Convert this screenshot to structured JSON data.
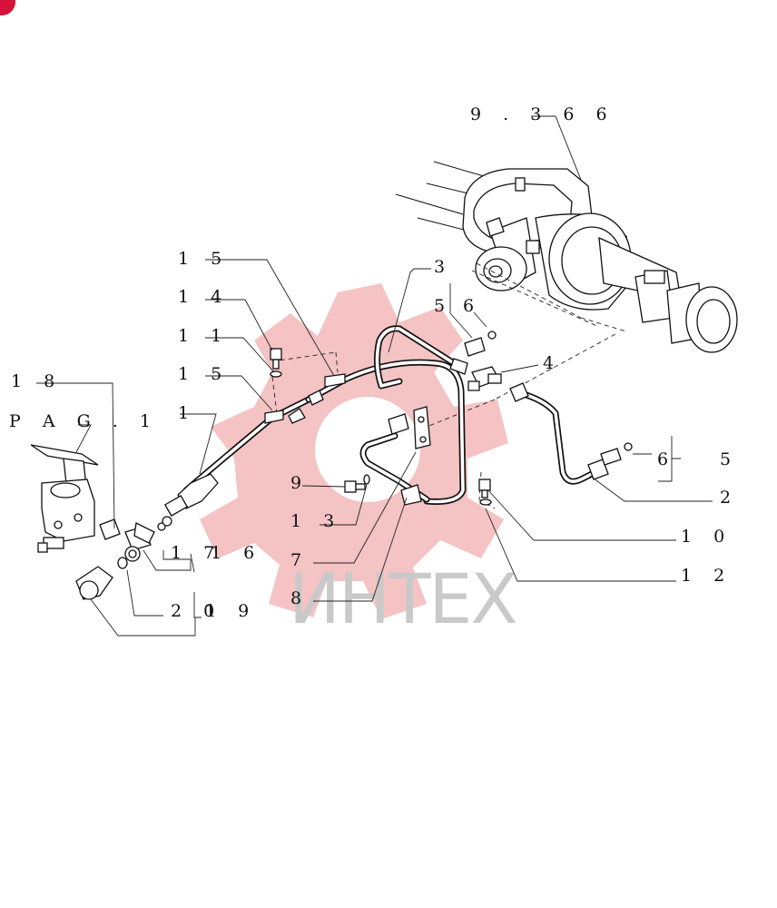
{
  "diagram": {
    "labels": {
      "ref_9366": "9 . 3 6 6",
      "l3": "3",
      "l5a": "5",
      "l6a": "6",
      "l4": "4",
      "l15a": "1 5",
      "l14": "1 4",
      "l11": "1 1",
      "l15b": "1 5",
      "l18": "1 8",
      "pag": "P A G . 1",
      "l1": "1",
      "l6b": "6",
      "l5b": "5",
      "l2": "2",
      "l9": "9",
      "l13": "1 3",
      "l7": "7",
      "l8": "8",
      "l10": "1 0",
      "l12": "1 2",
      "l17": "1 7",
      "l16": "1 6",
      "l20": "2 0",
      "l19": "1 9"
    },
    "watermark": "ИНТЕХ",
    "colors": {
      "line": "#111111",
      "watermark_gear": "#f3b9b9",
      "watermark_text": "#c9c9c9",
      "corner_badge": "#d6123a"
    }
  }
}
